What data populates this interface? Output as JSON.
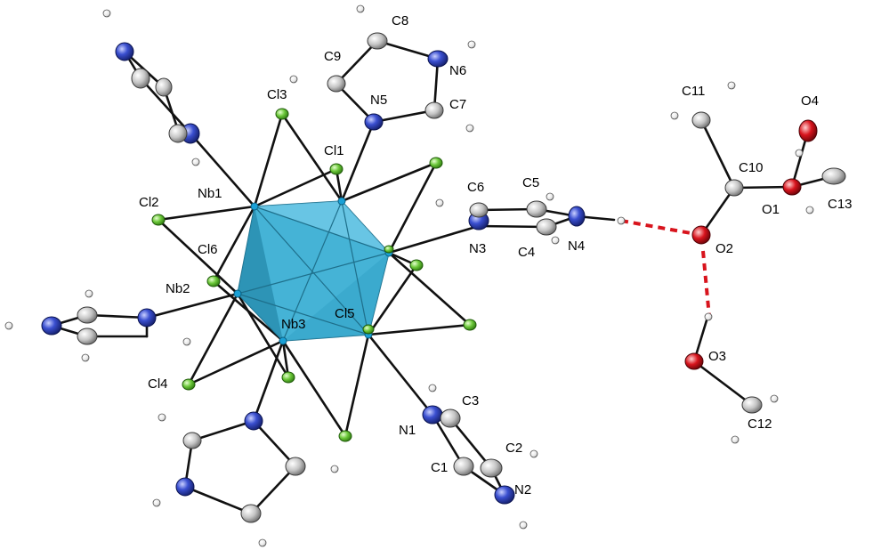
{
  "labels": {
    "nb1": "Nb1",
    "nb2": "Nb2",
    "nb3": "Nb3",
    "cl1": "Cl1",
    "cl2": "Cl2",
    "cl3": "Cl3",
    "cl4": "Cl4",
    "cl5": "Cl5",
    "cl6": "Cl6",
    "n1": "N1",
    "n2": "N2",
    "n3": "N3",
    "n4": "N4",
    "n5": "N5",
    "n6": "N6",
    "c1": "C1",
    "c2": "C2",
    "c3": "C3",
    "c4": "C4",
    "c5": "C5",
    "c6": "C6",
    "c7": "C7",
    "c8": "C8",
    "c9": "C9",
    "c10": "C10",
    "c11": "C11",
    "c12": "C12",
    "c13": "C13",
    "o1": "O1",
    "o2": "O2",
    "o3": "O3",
    "o4": "O4"
  },
  "colors": {
    "cluster": "#3eaecf",
    "cluster_dark": "#1f7f9e",
    "niobium": "#1aa0d6",
    "chlorine": "#6cc83a",
    "nitrogen": "#2b3fb8",
    "carbon": "#c8c8c8",
    "oxygen": "#d8141d",
    "hydrogen": "#f2f2f2",
    "bond": "#111111",
    "hbond": "#d8141d"
  }
}
